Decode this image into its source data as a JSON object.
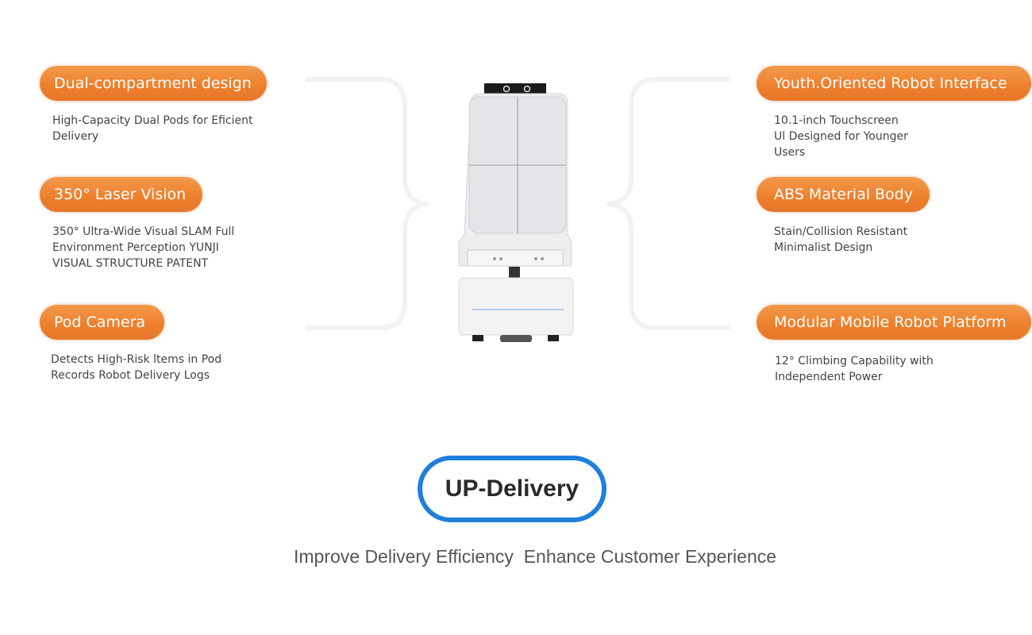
{
  "left_features": [
    {
      "title": "Dual-compartment design",
      "desc": "High-Capacity Dual Pods for Eficient\nDelivery"
    },
    {
      "title": "350° Laser Vision",
      "desc": "350° Ultra-Wide Visual SLAM Full\nEnvironment Perception YUNJI\nVISUAL STRUCTURE PATENT"
    },
    {
      "title": "Pod Camera",
      "desc": "Detects High-Risk ltems in Pod\nRecords Robot Delivery Logs"
    }
  ],
  "right_features": [
    {
      "title": "Youth.Oriented Robot Interface",
      "desc": "10.1-inch Touchscreen\nUl Designed for Younger\nUsers"
    },
    {
      "title": "ABS Material Body",
      "desc": "Stain/Collision Resistant\nMinimalist Design"
    },
    {
      "title": "Modular Mobile Robot Platform",
      "desc": "12° Climbing Capability with\nIndependent Power"
    }
  ],
  "product_name": "UP-Delivery",
  "tagline": "Improve Delivery Efficiency  Enhance Customer Experience",
  "colors": {
    "accent": "#ec7f2c",
    "brand_border": "#1f7fd9"
  }
}
